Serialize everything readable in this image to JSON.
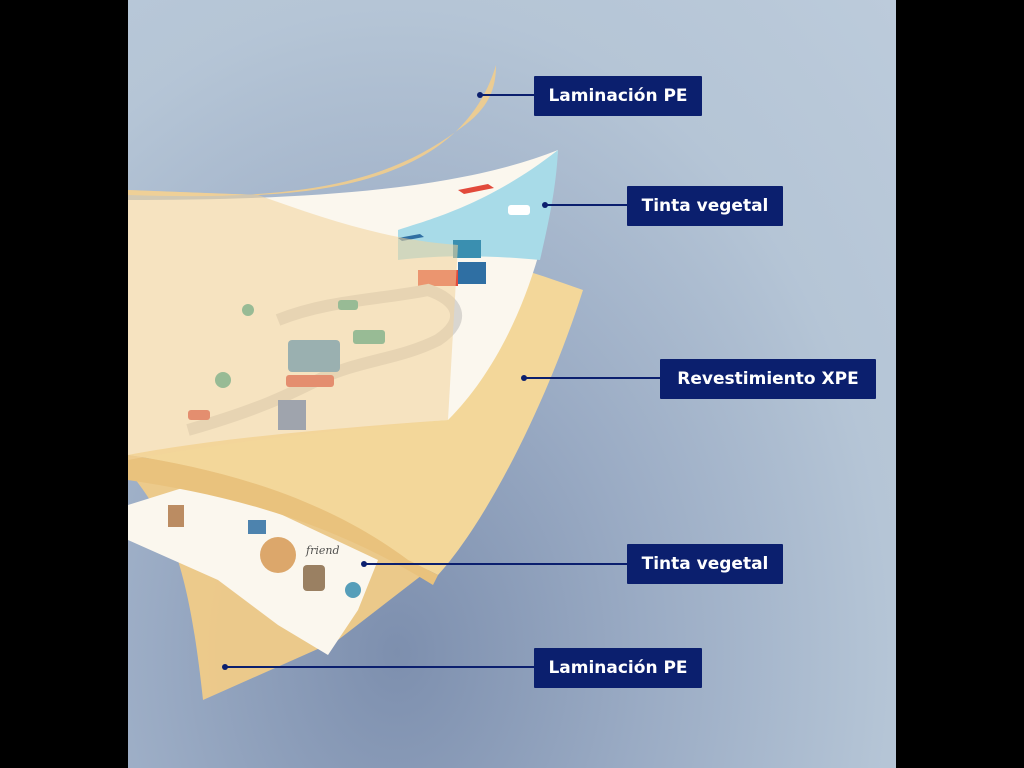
{
  "layers": [
    {
      "id": "pe-top",
      "label": "Laminación PE"
    },
    {
      "id": "ink-top",
      "label": "Tinta vegetal"
    },
    {
      "id": "xpe",
      "label": "Revestimiento XPE"
    },
    {
      "id": "ink-bottom",
      "label": "Tinta vegetal"
    },
    {
      "id": "pe-bottom",
      "label": "Laminación PE"
    }
  ],
  "illustration": {
    "top_print_text": "",
    "bottom_print_text": "friend"
  },
  "colors": {
    "label_bg": "#0b1f6e",
    "label_text": "#ffffff",
    "pe_film": "#f2cd8c",
    "xpe_foam": "#f3d79a",
    "sky": "#a8dbe8",
    "print_bg": "#fbf7ee"
  }
}
